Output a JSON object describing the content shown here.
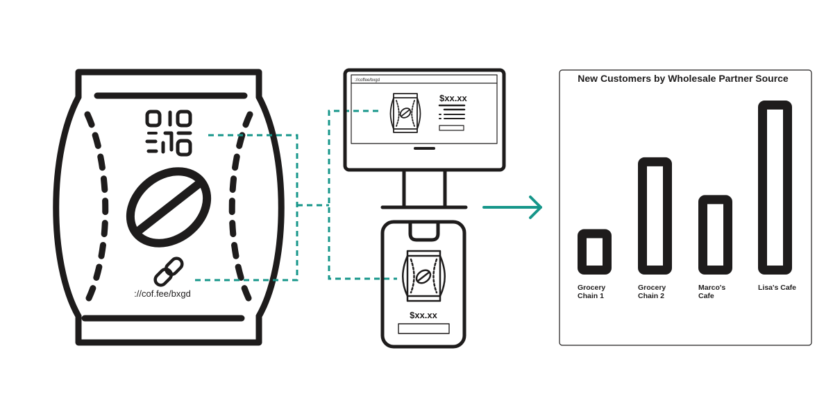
{
  "colors": {
    "ink": "#1e1c1c",
    "accent": "#16968a",
    "background": "#ffffff"
  },
  "bag": {
    "short_url": "://cof.fee/bxgd",
    "icons": [
      "qr-code-icon",
      "coffee-bean-icon",
      "link-icon"
    ]
  },
  "monitor": {
    "address_bar": "://coffee/bxgd",
    "price": "$xx.xx"
  },
  "phone": {
    "price": "$xx.xx"
  },
  "chart_data": {
    "type": "bar",
    "title": "New Customers by Wholesale Partner Source",
    "categories": [
      [
        "Grocery",
        "Chain 1"
      ],
      [
        "Grocery",
        "Chain 2"
      ],
      [
        "Marco's",
        "Cafe"
      ],
      [
        "Lisa's Cafe"
      ]
    ],
    "values": [
      1.2,
      3.1,
      2.1,
      4.6
    ],
    "ylim": [
      0,
      4.6
    ],
    "xlabel": "",
    "ylabel": "",
    "grid": false,
    "axis_ticks_shown": false
  }
}
